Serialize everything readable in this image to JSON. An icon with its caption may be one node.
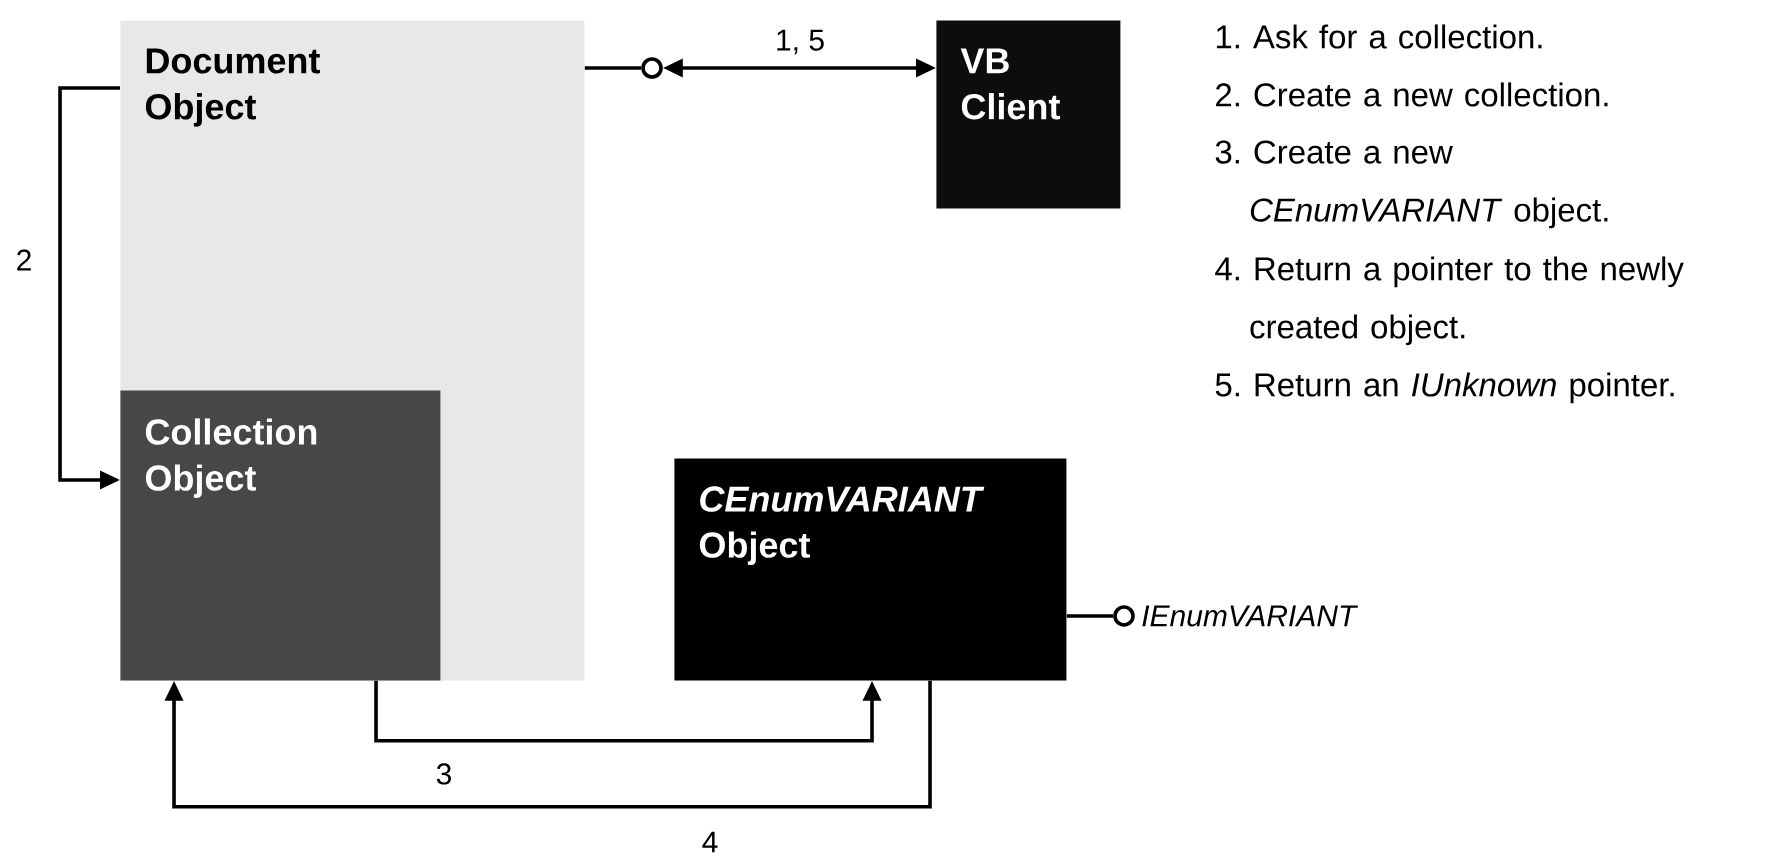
{
  "diagram": {
    "nodes": [
      {
        "text": [
          "Document Object"
        ]
      },
      {
        "text": [
          "Collection Object"
        ],
        "in": 0
      },
      {
        "text": [
          "VB Client"
        ]
      },
      {
        "text": [
          "*CEnumVARIANT* Object"
        ]
      },
      {
        "text": [],
        "shape": "circle"
      },
      {
        "text": [],
        "shape": "circle",
        "beside": [
          "IEnumVARIANT"
        ]
      }
    ],
    "edges": [
      {
        "from": 0,
        "to": 4,
        "arrow": "none"
      },
      {
        "from": 4,
        "to": 2,
        "arrow": "both",
        "label": "1, 5"
      },
      {
        "from": 0,
        "to": 1,
        "arrow": "to",
        "label": "2"
      },
      {
        "from": 1,
        "to": 3,
        "arrow": "to",
        "label": "3"
      },
      {
        "from": 3,
        "to": 1,
        "arrow": "to",
        "label": "4"
      },
      {
        "from": 3,
        "to": 5,
        "arrow": "none"
      }
    ],
    "labels": [
      "1. Ask for a collection.",
      "2. Create a new collection.",
      "3. Create a new *CEnumVARIANT* object.",
      "4. Return a pointer to the newly created object.",
      "5. Return an *IUnknown* pointer."
    ]
  }
}
